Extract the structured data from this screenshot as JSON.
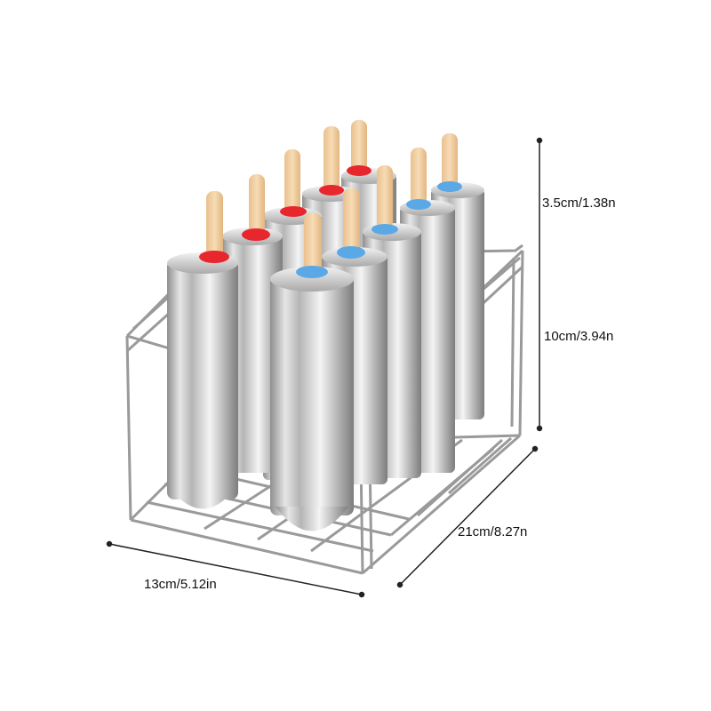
{
  "dimensions": {
    "lid_height": "3.5cm/1.38n",
    "mold_height": "10cm/3.94n",
    "rack_length": "21cm/8.27n",
    "rack_width": "13cm/5.12in"
  },
  "colors": {
    "background": "#ffffff",
    "dimension_line": "#222222",
    "steel": "#c9c9c9",
    "wire": "#9a9a9a",
    "stick": "#f2cfa3",
    "ring_red": "#e8262e",
    "ring_blue": "#5aa9e6"
  }
}
